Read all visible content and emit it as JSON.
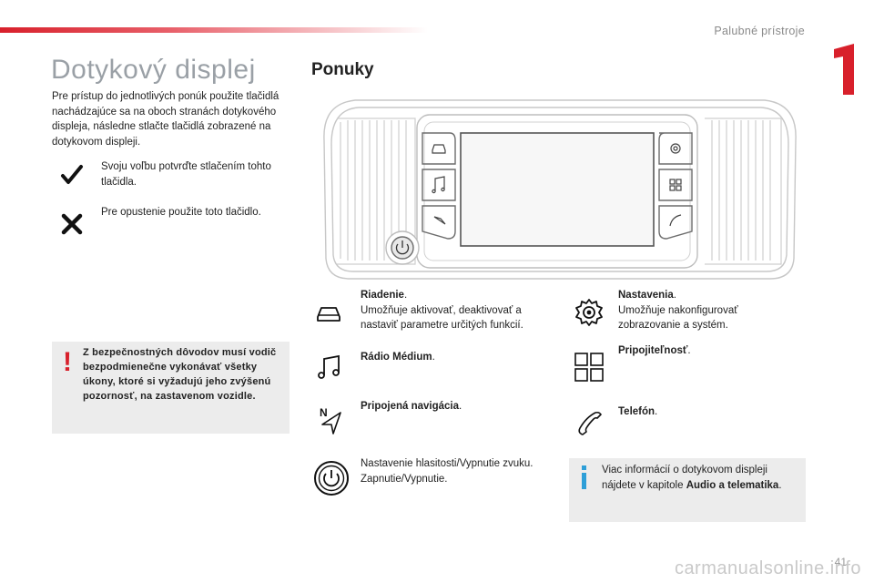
{
  "header": {
    "running_head": "Palubné prístroje",
    "chapter": "1",
    "page_number": "41",
    "watermark": "carmanualsonline.info"
  },
  "left": {
    "title": "Dotykový displej",
    "intro": "Pre prístup do jednotlivých ponúk použite tlačidlá nachádzajúce sa na oboch stranách dotykového displeja, následne stlačte tlačidlá zobrazené na dotykovom displeji.",
    "confirm_text": "Svoju voľbu potvrďte stlačením tohto tlačidla.",
    "cancel_text": "Pre opustenie použite toto tlačidlo.",
    "warning": "Z bezpečnostných dôvodov musí vodič bezpodmienečne vykonávať všetky úkony, ktoré si vyžadujú jeho zvýšenú pozornosť, na zastavenom vozidle.",
    "warning_mark": "!"
  },
  "right": {
    "title": "Ponuky",
    "menus": {
      "driving": {
        "label": "Riadenie",
        "desc": "Umožňuje aktivovať, deaktivovať a nastaviť parametre určitých funkcií."
      },
      "settings": {
        "label": "Nastavenia",
        "desc": "Umožňuje nakonfigurovať zobrazovanie a systém."
      },
      "radio": {
        "label": "Rádio Médium"
      },
      "connect": {
        "label": "Pripojiteľnosť"
      },
      "navigation": {
        "label": "Pripojená navigácia"
      },
      "phone": {
        "label": "Telefón"
      },
      "volume": {
        "desc1": "Nastavenie hlasitosti/Vypnutie zvuku.",
        "desc2": "Zapnutie/Vypnutie."
      }
    },
    "nav_letter": "N",
    "info_prefix": "Viac informácií o dotykovom displeji nájdete v kapitole ",
    "info_bold": "Audio a telematika",
    "period": "."
  },
  "colors": {
    "accent": "#d8202b",
    "info_blue": "#2e9fd8",
    "box_gray": "#ececec",
    "title_gray": "#9aa0a6"
  }
}
